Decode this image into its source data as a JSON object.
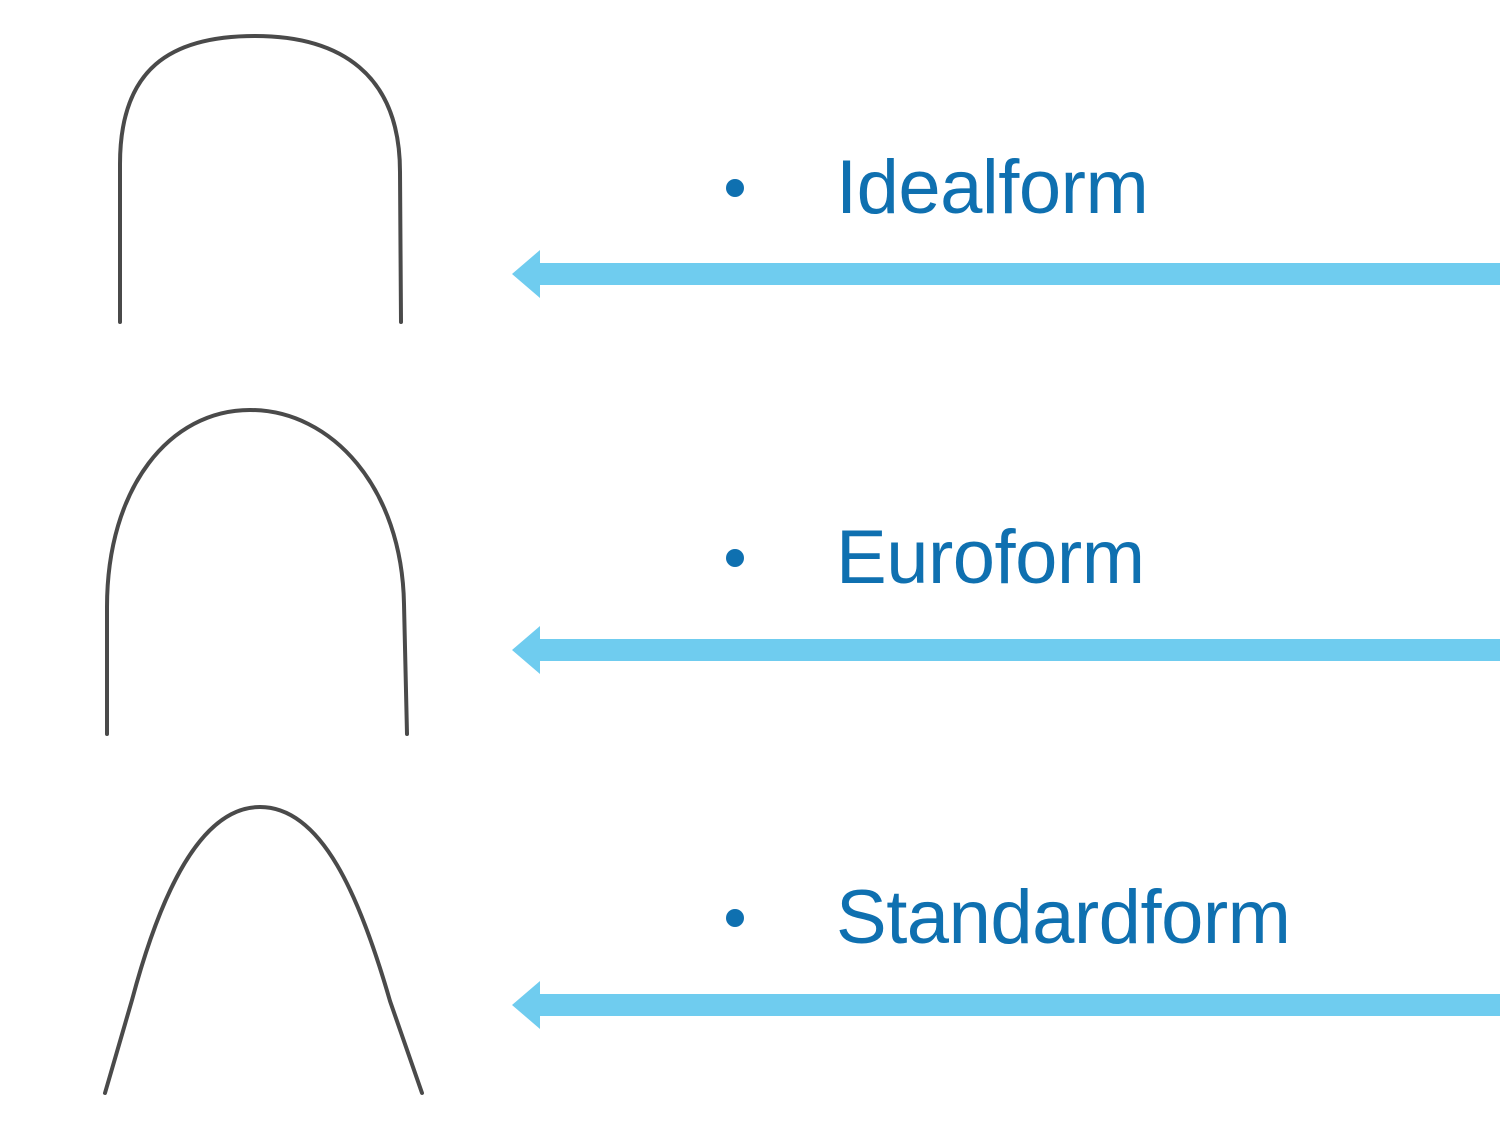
{
  "slide": {
    "background_color": "#ffffff",
    "accent_text_color": "#0f70b0",
    "arrow_color": "#6fccef",
    "wire_color": "#4a4a4a"
  },
  "rows": [
    {
      "label": "Idealform",
      "bullet_icon": "bullet-dot-icon",
      "arrow_icon": "left-arrow-icon",
      "arrow_direction": "left",
      "figure_name": "archwire-idealform",
      "figure_description": "Orthodontic archwire outline, broad square U-form with near vertical legs"
    },
    {
      "label": "Euroform",
      "bullet_icon": "bullet-dot-icon",
      "arrow_icon": "left-arrow-icon",
      "arrow_direction": "left",
      "figure_name": "archwire-euroform",
      "figure_description": "Orthodontic archwire outline, rounded ovoid parabolic form"
    },
    {
      "label": "Standardform",
      "bullet_icon": "bullet-dot-icon",
      "arrow_icon": "left-arrow-icon",
      "arrow_direction": "left",
      "figure_name": "archwire-standardform",
      "figure_description": "Orthodontic archwire outline, tapered form with splayed legs"
    }
  ]
}
